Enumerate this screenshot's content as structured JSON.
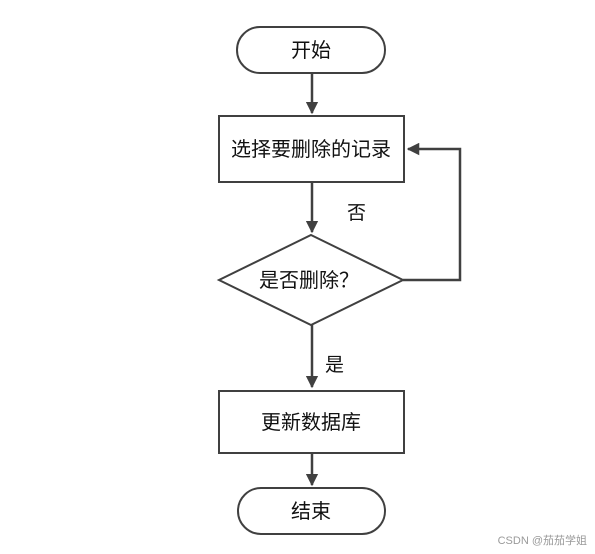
{
  "nodes": {
    "start": "开始",
    "select": "选择要删除的记录",
    "decision": "是否删除？",
    "update": "更新数据库",
    "end": "结束"
  },
  "edge_labels": {
    "no": "否",
    "yes": "是"
  },
  "watermark": "CSDN @茄茄学姐",
  "colors": {
    "stroke": "#404040",
    "text": "#111111",
    "background": "#ffffff"
  }
}
